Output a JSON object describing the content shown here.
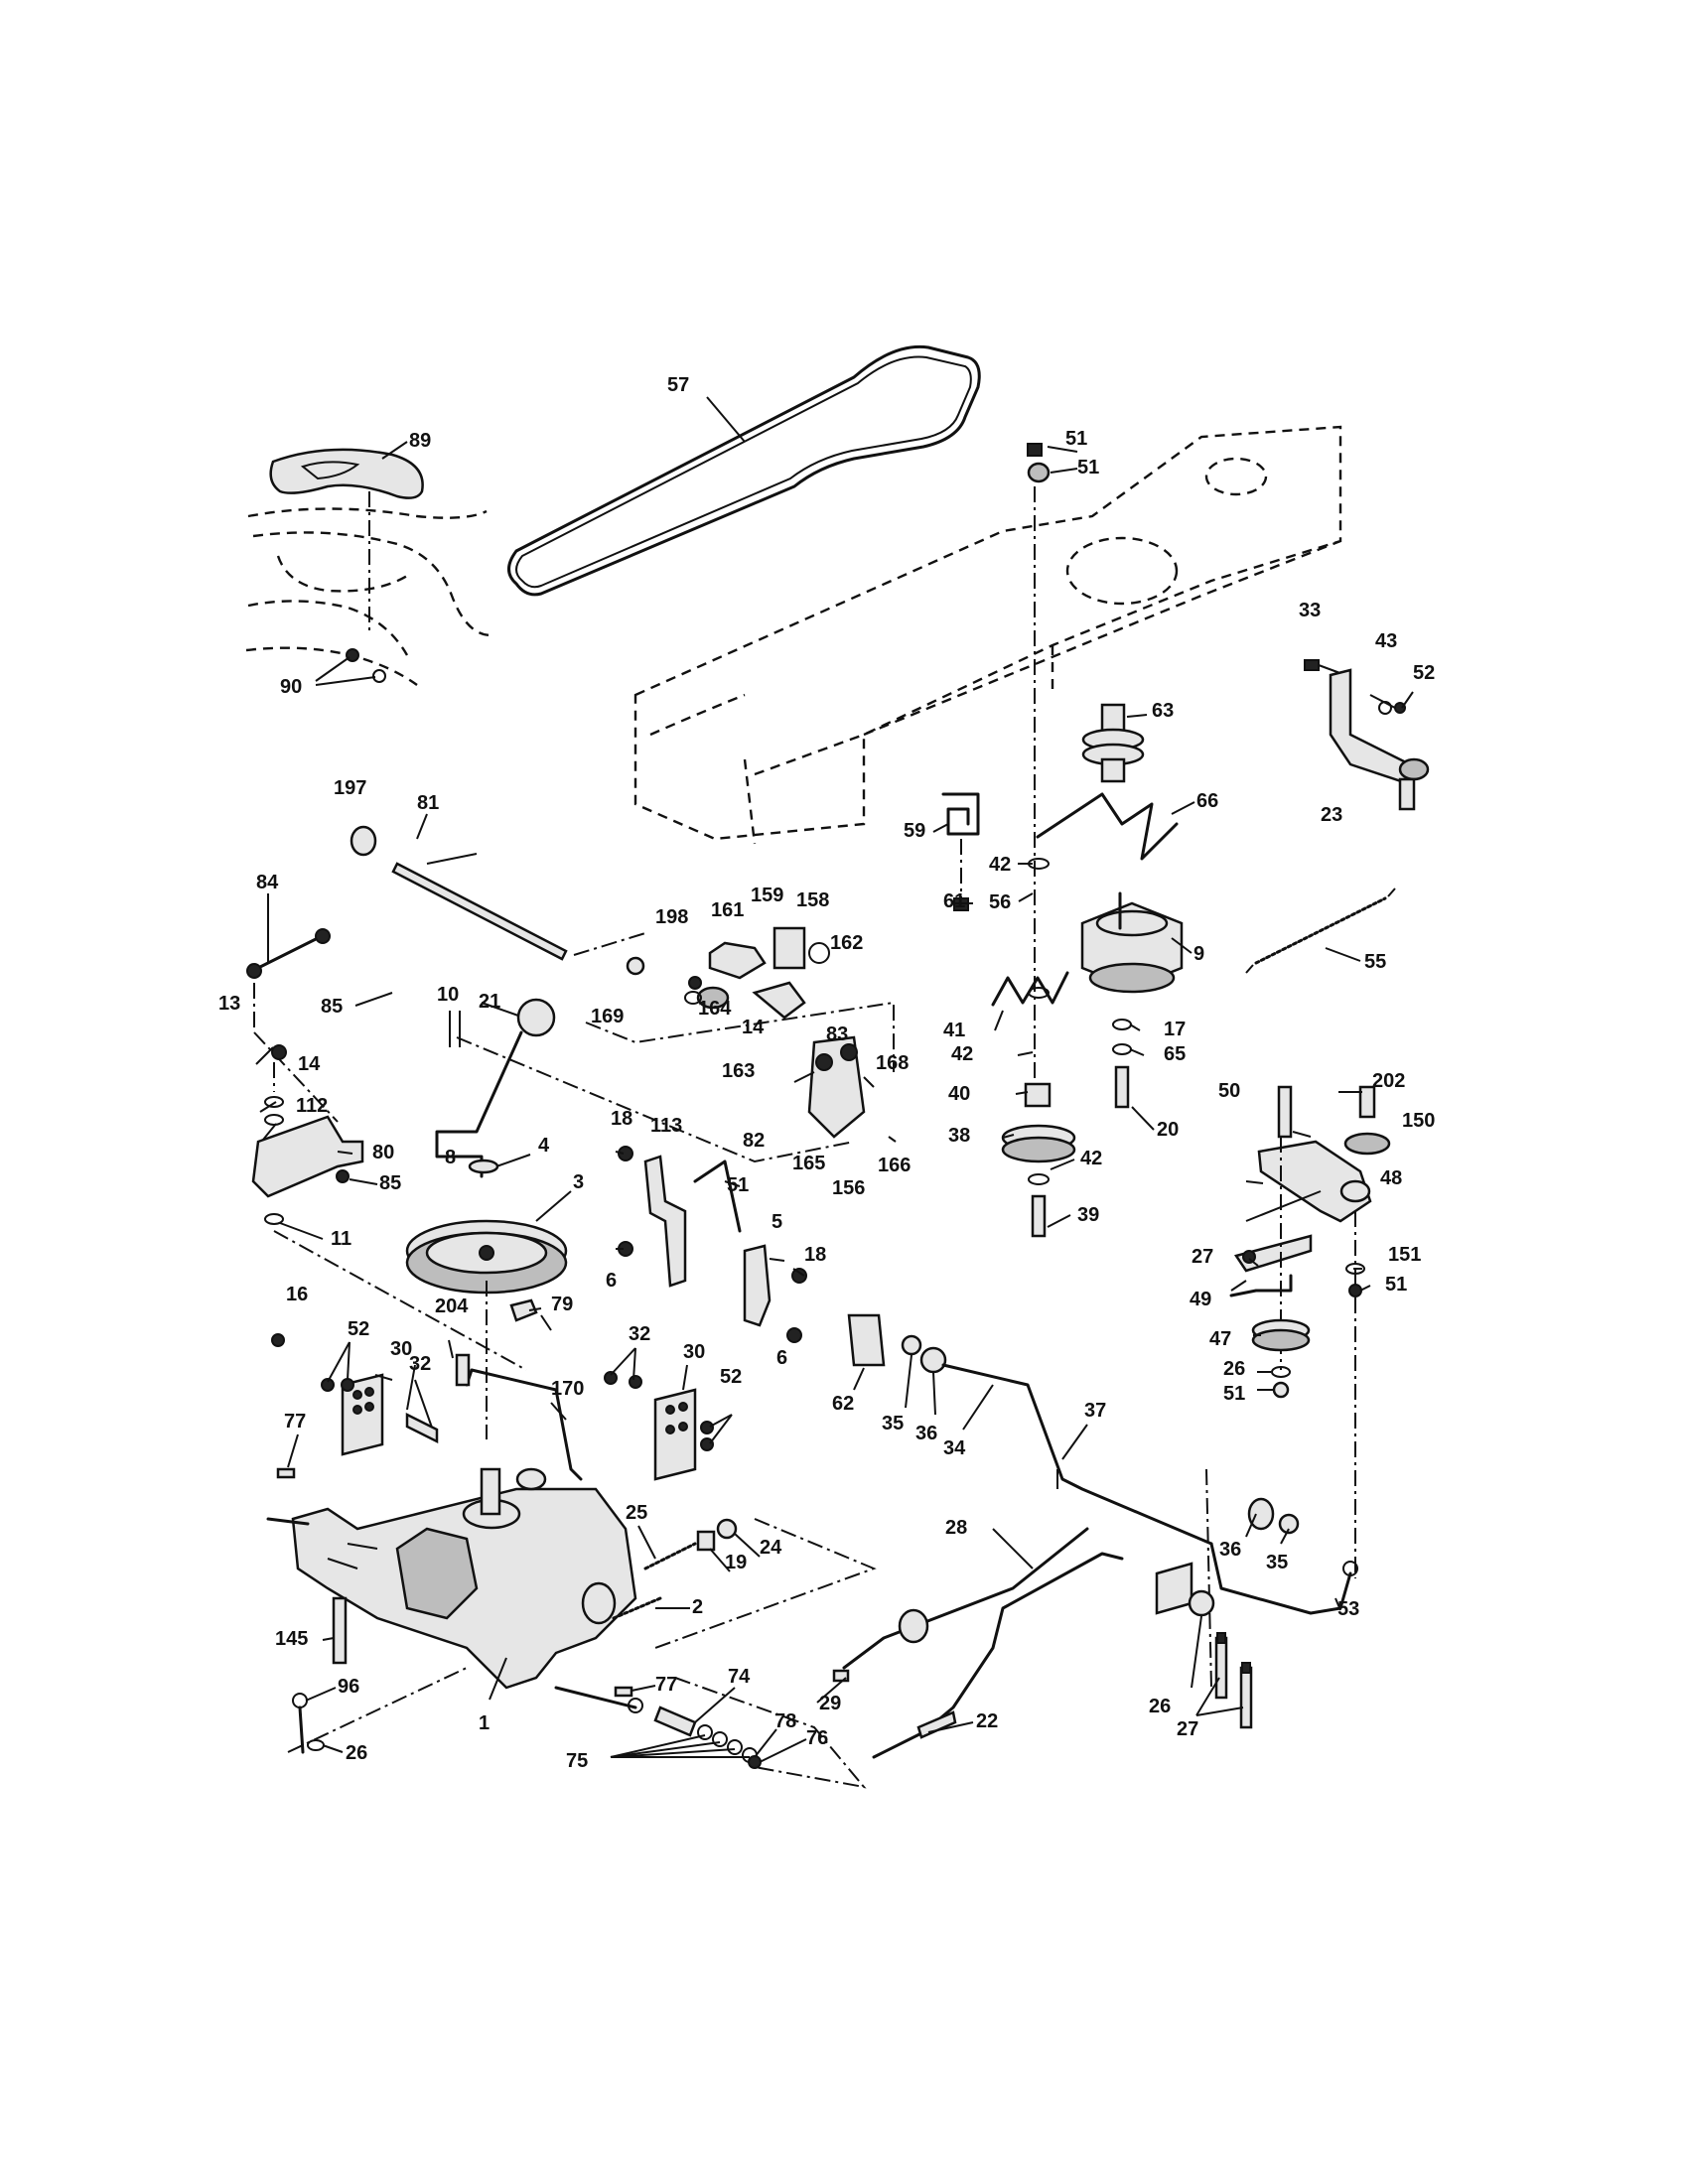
{
  "callouts": [
    "57",
    "51",
    "51",
    "89",
    "90",
    "33",
    "43",
    "52",
    "63",
    "23",
    "66",
    "59",
    "42",
    "56",
    "61",
    "197",
    "81",
    "84",
    "198",
    "161",
    "159",
    "158",
    "162",
    "9",
    "55",
    "85",
    "21",
    "169",
    "164",
    "14",
    "10",
    "83",
    "13",
    "14",
    "112",
    "80",
    "85",
    "163",
    "82",
    "168",
    "41",
    "42",
    "17",
    "65",
    "40",
    "20",
    "38",
    "42",
    "39",
    "165",
    "166",
    "156",
    "18",
    "113",
    "51",
    "50",
    "202",
    "150",
    "48",
    "4",
    "3",
    "8",
    "11",
    "18",
    "5",
    "6",
    "6",
    "27",
    "151",
    "51",
    "49",
    "47",
    "26",
    "51",
    "16",
    "52",
    "30",
    "32",
    "204",
    "79",
    "32",
    "30",
    "52",
    "170",
    "62",
    "35",
    "36",
    "34",
    "37",
    "77",
    "25",
    "24",
    "19",
    "28",
    "36",
    "35",
    "53",
    "145",
    "2",
    "77",
    "1",
    "74",
    "29",
    "22",
    "26",
    "27",
    "96",
    "26",
    "78",
    "76",
    "75"
  ]
}
